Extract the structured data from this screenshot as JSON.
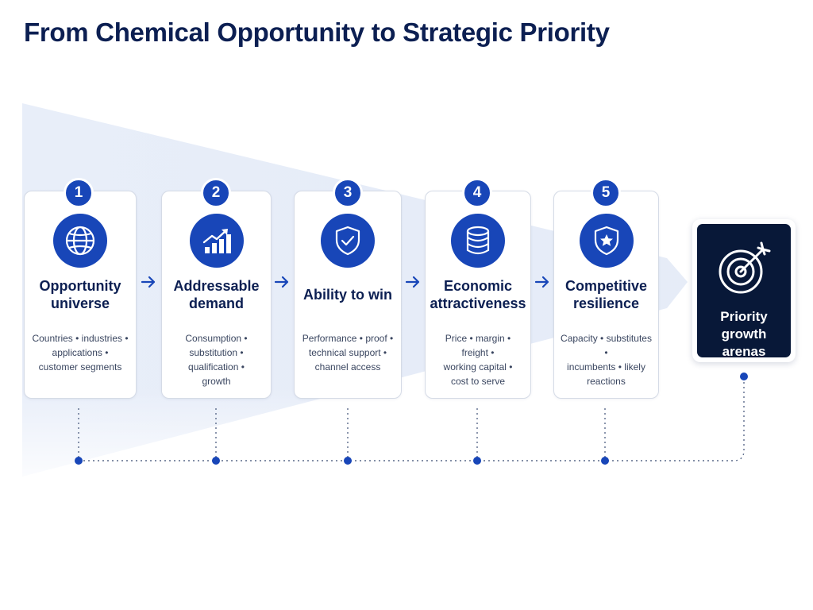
{
  "title": "From Chemical Opportunity to Strategic Priority",
  "steps": [
    {
      "number": "1",
      "icon": "globe-icon",
      "title_lines": [
        "Opportunity",
        "universe"
      ],
      "desc_lines": [
        "Countries • industries •",
        "applications •",
        "customer segments"
      ]
    },
    {
      "number": "2",
      "icon": "growth-chart-icon",
      "title_lines": [
        "Addressable",
        "demand"
      ],
      "desc_lines": [
        "Consumption •",
        "substitution •",
        "qualification •",
        "growth"
      ]
    },
    {
      "number": "3",
      "icon": "shield-check-icon",
      "title_lines": [
        "Ability to win"
      ],
      "desc_lines": [
        "Performance • proof •",
        "technical support •",
        "channel access"
      ]
    },
    {
      "number": "4",
      "icon": "database-icon",
      "title_lines": [
        "Economic",
        "attractiveness"
      ],
      "desc_lines": [
        "Price • margin • freight •",
        "working capital •",
        "cost to serve"
      ]
    },
    {
      "number": "5",
      "icon": "shield-star-icon",
      "title_lines": [
        "Competitive",
        "resilience"
      ],
      "desc_lines": [
        "Capacity • substitutes •",
        "incumbents • likely",
        "reactions"
      ]
    }
  ],
  "final": {
    "icon": "target-arrow-icon",
    "title_lines": [
      "Priority",
      "growth arenas"
    ]
  },
  "colors": {
    "accent": "#1846b8",
    "title": "#0c1f52",
    "final_bg": "#081838",
    "funnel": "#e4ebf8"
  }
}
